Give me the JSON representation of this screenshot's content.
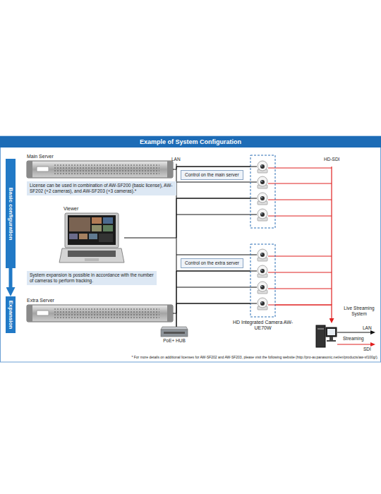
{
  "diagram": {
    "title": "Example of System Configuration",
    "nodes": [
      {
        "text": [
          "Basic configuration"
        ]
      },
      {
        "text": [
          "Expansion"
        ]
      },
      {
        "text": [
          "Main Server"
        ]
      },
      {
        "text": [
          "License can be used in combination of AW-SF200 (basic license), AW-SF202 (+2 cameras), and AW-SF203 (+3 cameras).*"
        ]
      },
      {
        "text": [
          "Viewer"
        ]
      },
      {
        "text": [
          "System expansion is possible in accordance with the number of cameras to perform tracking."
        ]
      },
      {
        "text": [
          "Extra Server"
        ]
      },
      {
        "text": [
          "PoE+ HUB"
        ]
      },
      {
        "text": [
          "Control on the main server"
        ]
      },
      {
        "text": [
          "Control on the extra server"
        ]
      },
      {
        "text": [
          "HD Integrated Camera AW-UE70W"
        ]
      },
      {
        "text": [
          "Live Streaming System"
        ]
      }
    ],
    "edges": [
      {
        "from": 0,
        "to": 1,
        "arrow": "to"
      },
      {
        "from": 2,
        "to": 10,
        "arrow": "none"
      },
      {
        "from": 4,
        "to": 10,
        "arrow": "none"
      },
      {
        "from": 6,
        "to": 10,
        "arrow": "none"
      },
      {
        "from": 7,
        "to": 10,
        "arrow": "none"
      },
      {
        "from": 10,
        "to": 11,
        "arrow": "to"
      }
    ],
    "labels": [
      "LAN",
      "HD-SDI",
      "LAN",
      "Streaming",
      "SDI",
      "* For more details on additional licenses for AW-SF202 and AW-SF203, please visit the following website (http://pro-av.panasonic.net/en/products/aw-sf100g/)."
    ]
  }
}
